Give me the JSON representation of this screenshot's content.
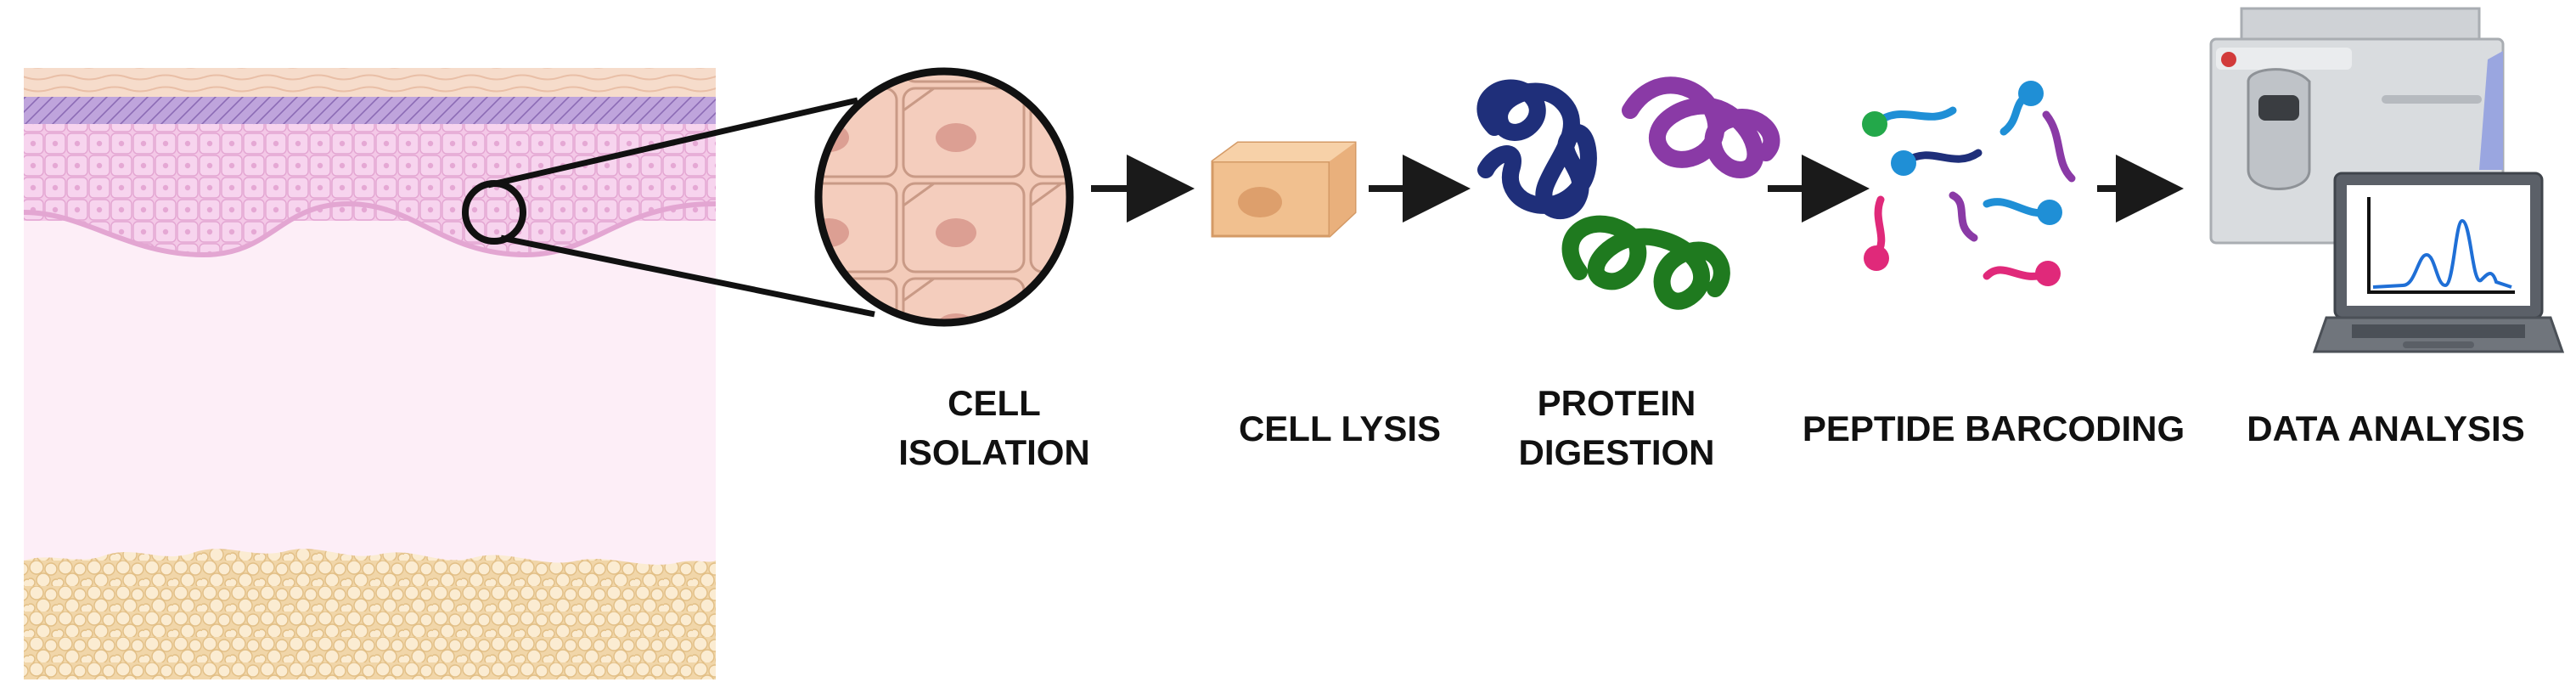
{
  "steps": [
    {
      "id": "cell-isolation",
      "label_lines": [
        "CELL",
        "ISOLATION"
      ]
    },
    {
      "id": "cell-lysis",
      "label_lines": [
        "CELL LYSIS"
      ]
    },
    {
      "id": "protein-digestion",
      "label_lines": [
        "PROTEIN",
        "DIGESTION"
      ]
    },
    {
      "id": "peptide-barcoding",
      "label_lines": [
        "PEPTIDE BARCODING"
      ]
    },
    {
      "id": "data-analysis",
      "label_lines": [
        "DATA ANALYSIS"
      ]
    }
  ],
  "colors": {
    "stratum_corneum": "#f3d6c4",
    "basal_layer": "#b49bd3",
    "epidermis": "#f2c2e3",
    "dermis": "#fdeef7",
    "fat": "#f7e2bd",
    "cell": "#f4c79a",
    "cell_nucleus": "#d99f74",
    "arrow": "#1a1a1a",
    "protein_navy": "#1f2f7a",
    "protein_purple": "#8a3aa6",
    "protein_green": "#1f7a1f",
    "peptide_blue": "#1f8fd6",
    "peptide_pink": "#e0297a",
    "peptide_green": "#23a84a"
  }
}
